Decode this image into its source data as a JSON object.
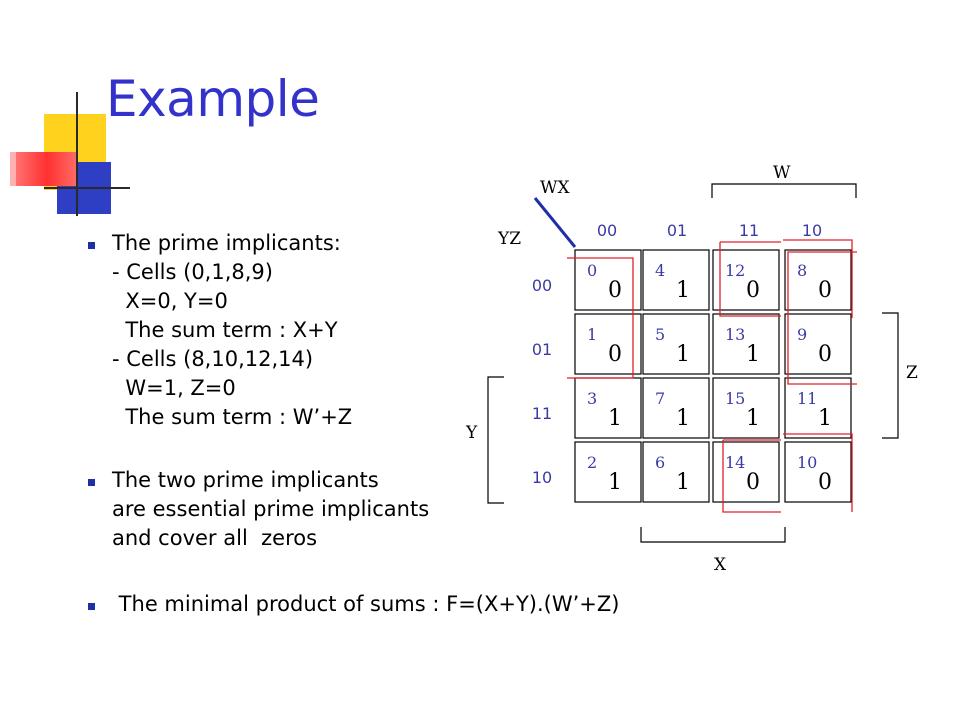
{
  "slide": {
    "title": "Example",
    "bullets": [
      {
        "lines": [
          "The prime implicants:",
          "- Cells (0,1,8,9)",
          "  X=0, Y=0",
          "  The sum term : X+Y",
          "- Cells (8,10,12,14)",
          "  W=1, Z=0",
          "  The sum term : W’+Z"
        ]
      },
      {
        "lines": [
          "The two prime implicants",
          "are essential prime implicants",
          "and cover all  zeros"
        ]
      },
      {
        "lines": [
          " The minimal product of sums : F=(X+Y).(W’+Z)"
        ]
      }
    ]
  },
  "kmap": {
    "labels": {
      "w": "W",
      "x": "X",
      "y": "Y",
      "z": "Z",
      "wx": "WX",
      "yz": "YZ"
    },
    "col_headers": [
      "00",
      "01",
      "11",
      "10"
    ],
    "row_headers": [
      "00",
      "01",
      "11",
      "10"
    ],
    "cells": [
      [
        {
          "index": "0",
          "value": "0"
        },
        {
          "index": "4",
          "value": "1"
        },
        {
          "index": "12",
          "value": "0"
        },
        {
          "index": "8",
          "value": "0"
        }
      ],
      [
        {
          "index": "1",
          "value": "0"
        },
        {
          "index": "5",
          "value": "1"
        },
        {
          "index": "13",
          "value": "1"
        },
        {
          "index": "9",
          "value": "0"
        }
      ],
      [
        {
          "index": "3",
          "value": "1"
        },
        {
          "index": "7",
          "value": "1"
        },
        {
          "index": "15",
          "value": "1"
        },
        {
          "index": "11",
          "value": "1"
        }
      ],
      [
        {
          "index": "2",
          "value": "1"
        },
        {
          "index": "6",
          "value": "1"
        },
        {
          "index": "14",
          "value": "0"
        },
        {
          "index": "10",
          "value": "0"
        }
      ]
    ],
    "groups": [
      {
        "cells": [
          0,
          1,
          8,
          9
        ]
      },
      {
        "cells": [
          8,
          10,
          12,
          14
        ]
      }
    ]
  },
  "colors": {
    "title": "#3333cc",
    "index_text": "#3a3aa8",
    "group_outline": "#e0202a",
    "bullet": "#1f2fa8"
  }
}
